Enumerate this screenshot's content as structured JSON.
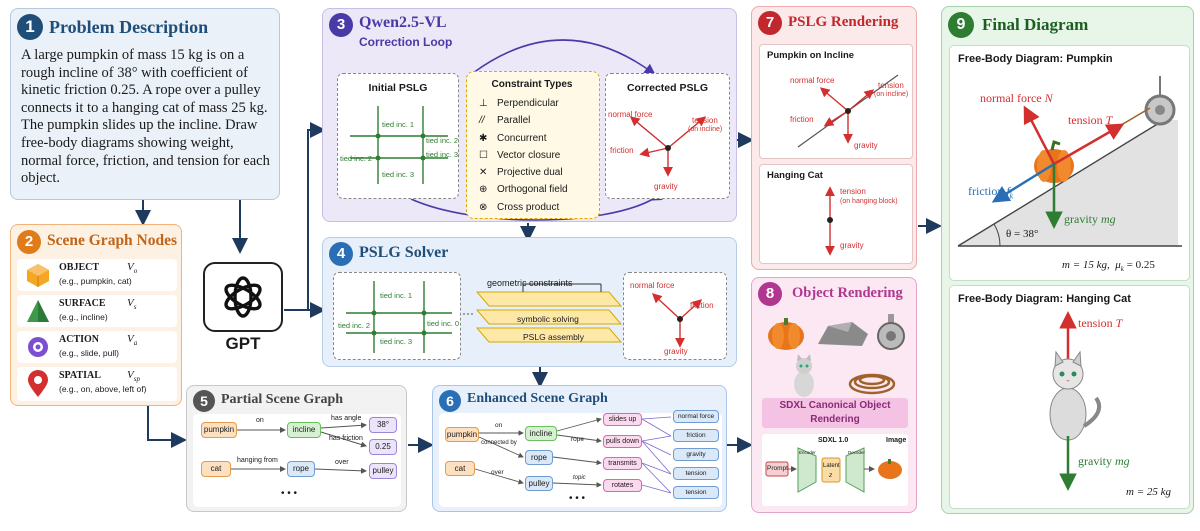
{
  "p1": {
    "num": "1",
    "title": "Problem Description",
    "text": "A large pumpkin of mass 15 kg is on a rough incline of 38° with coefficient of kinetic friction 0.25. A rope over a pulley connects it to a hanging cat of mass 25 kg. The pumpkin slides up the incline. Draw free-body diagrams showing weight, normal force, friction, and tension for each object."
  },
  "p2": {
    "num": "2",
    "title": "Scene Graph Nodes",
    "items": [
      {
        "name": "OBJECT",
        "sym": "V",
        "sub": "o",
        "ex": "(e.g., pumpkin, cat)"
      },
      {
        "name": "SURFACE",
        "sym": "V",
        "sub": "s",
        "ex": "(e.g., incline)"
      },
      {
        "name": "ACTION",
        "sym": "V",
        "sub": "a",
        "ex": "(e.g., slide, pull)"
      },
      {
        "name": "SPATIAL",
        "sym": "V",
        "sub": "sp",
        "ex": "(e.g., on, above, left of)"
      }
    ]
  },
  "gpt": {
    "label": "GPT"
  },
  "p3": {
    "num": "3",
    "title": "Qwen2.5-VL",
    "subtitle": "Correction Loop",
    "initial": "Initial PSLG",
    "corrected": "Corrected PSLG",
    "ctypes_title": "Constraint Types",
    "ctypes": [
      {
        "sym": "⊥",
        "label": "Perpendicular"
      },
      {
        "sym": "//",
        "label": "Parallel"
      },
      {
        "sym": "✱",
        "label": "Concurrent"
      },
      {
        "sym": "☐",
        "label": "Vector closure"
      },
      {
        "sym": "✕",
        "label": "Projective dual"
      },
      {
        "sym": "⊕",
        "label": "Orthogonal field"
      },
      {
        "sym": "⊗",
        "label": "Cross product"
      }
    ],
    "tied": [
      "tied inc. 1",
      "tied inc. 2",
      "tied inc. 3",
      "tied inc. 2",
      "tied inc. 3"
    ],
    "forces": {
      "normal": "normal force",
      "tension": "tension",
      "tension_sub": "(on incline)",
      "friction": "friction",
      "gravity": "gravity"
    }
  },
  "p4": {
    "num": "4",
    "title": "PSLG Solver",
    "tied": [
      "tied inc. 1",
      "tied inc. 2",
      "tied inc. 0",
      "tied inc. 3"
    ],
    "layers": [
      "geometric constraints",
      "symbolic solving",
      "PSLG assembly"
    ],
    "forces": {
      "normal": "normal force",
      "friction": "friction",
      "gravity": "gravity"
    }
  },
  "p5": {
    "num": "5",
    "title": "Partial Scene Graph",
    "nodes": {
      "pumpkin": "pumpkin",
      "incline": "incline",
      "angle": "38°",
      "fric": "0.25",
      "cat": "cat",
      "rope": "rope",
      "pulley": "pulley"
    },
    "edges": {
      "on": "on",
      "has_angle": "has angle",
      "has_friction": "has friction",
      "hanging_from": "hanging from",
      "over": "over"
    },
    "more": "• • •"
  },
  "p6": {
    "num": "6",
    "title": "Enhanced Scene Graph",
    "nodes": {
      "pumpkin": "pumpkin",
      "incline": "incline",
      "rope": "rope",
      "cat": "cat",
      "pulley": "pulley"
    },
    "actions": [
      "slides up",
      "pulls down",
      "transmits",
      "rotates"
    ],
    "forces": [
      "normal force",
      "friction",
      "gravity",
      "tension",
      "tension"
    ],
    "edges": {
      "on": "on",
      "connected_by": "connected by",
      "rope": "rope",
      "over": "over",
      "topic": "topic"
    },
    "more": "• • •"
  },
  "p7": {
    "num": "7",
    "title": "PSLG Rendering",
    "sub1": "Pumpkin on Incline",
    "sub2": "Hanging Cat",
    "f1": {
      "normal": "normal force",
      "tension": "tension",
      "tension_sub": "(on incline)",
      "friction": "friction",
      "gravity": "gravity"
    },
    "f2": {
      "tension": "tension",
      "tension_sub": "(on hanging block)",
      "gravity": "gravity"
    }
  },
  "p8": {
    "num": "8",
    "title": "Object Rendering",
    "banner": "SDXL Canonical Object Rendering",
    "sdxl": "SDXL 1.0",
    "prompt": "Prompt",
    "latent": "Latent",
    "z": "z",
    "image": "Image",
    "enc": "Encoder",
    "dec": "Decoder"
  },
  "p9": {
    "num": "9",
    "title": "Final Diagram",
    "sub1": "Free-Body Diagram: Pumpkin",
    "sub2": "Free-Body Diagram: Hanging Cat",
    "normal": "normal force",
    "normal_sym": "N",
    "tension": "tension",
    "tension_sym": "T",
    "friction": "friction",
    "friction_sym": "f",
    "friction_sub": "k",
    "gravity": "gravity",
    "gravity_sym": "mg",
    "theta": "θ = 38°",
    "mass1": "m = 15 kg,",
    "mu": "μ",
    "mu_sub": "k",
    "mu_val": "= 0.25",
    "mass2": "m = 25 kg"
  },
  "colors": {
    "blue": "#1f4e79",
    "orange": "#e07b1a",
    "purple": "#5b3fb5",
    "blue2": "#2a6fb5",
    "gray": "#555555",
    "red": "#c0282d",
    "pink": "#b0368f",
    "green": "#2e7d32",
    "arrowRed": "#d32f2f"
  }
}
